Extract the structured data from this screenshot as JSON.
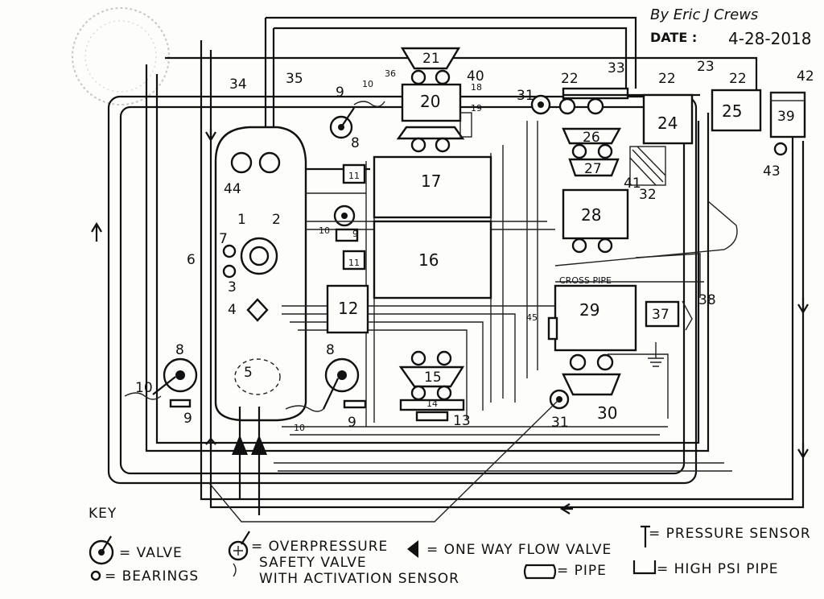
{
  "header": {
    "author": "By Eric J Crews",
    "date_label": "DATE :",
    "date_value": "4-28-2018"
  },
  "components": {
    "c1": "1",
    "c2": "2",
    "c3": "3",
    "c4": "4",
    "c5": "5",
    "c6": "6",
    "c7": "7",
    "c8a": "8",
    "c8b": "8",
    "c8c": "8",
    "c9a": "9",
    "c9b": "9",
    "c9c": "9",
    "c9d": "9",
    "c10a": "10",
    "c10b": "10",
    "c10c": "10",
    "c10d": "10",
    "c11a": "11",
    "c11b": "11",
    "c12": "12",
    "c13": "13",
    "c14": "14",
    "c15": "15",
    "c16": "16",
    "c17": "17",
    "c18": "18",
    "c19": "19",
    "c20": "20",
    "c21": "21",
    "c22a": "22",
    "c22b": "22",
    "c22c": "22",
    "c23": "23",
    "c24": "24",
    "c25": "25",
    "c26": "26",
    "c27": "27",
    "c28": "28",
    "c29": "29",
    "c30": "30",
    "c31a": "31",
    "c31b": "31",
    "c32": "32",
    "c33": "33",
    "c34": "34",
    "c35": "35",
    "c36": "36",
    "c37": "37",
    "c38": "38",
    "c39": "39",
    "c40": "40",
    "c41": "41",
    "c42": "42",
    "c43": "43",
    "c44": "44",
    "c45": "45"
  },
  "annotations": {
    "cross_pipe": "CROSS PIPE"
  },
  "key": {
    "title": "KEY",
    "valve": "= VALVE",
    "bearings": "= BEARINGS",
    "overpressure_1": "= OVERPRESSURE",
    "overpressure_2": "SAFETY VALVE",
    "overpressure_3": "WITH ACTIVATION SENSOR",
    "one_way": "= ONE WAY FLOW VALVE",
    "pressure_sensor": "= PRESSURE SENSOR",
    "pipe": "= PIPE",
    "high_psi_pipe": "= HIGH PSI PIPE"
  }
}
